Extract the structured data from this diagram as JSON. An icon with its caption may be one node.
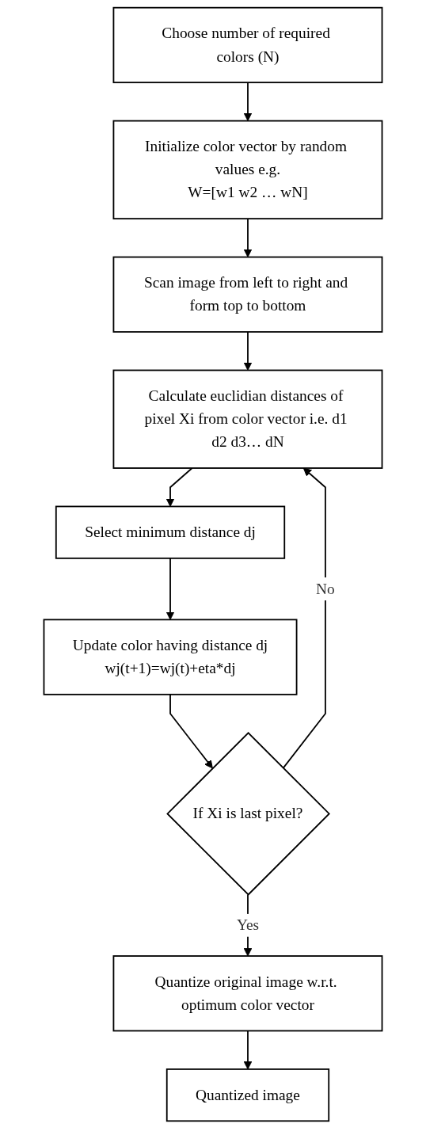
{
  "diagram": {
    "nodes": [
      {
        "text": [
          "Choose number of required colors (N)"
        ]
      },
      {
        "text": [
          "Initialize color vector by random values e.g.",
          "W=[w1 w2 … wN]"
        ]
      },
      {
        "text": [
          "Scan image from left to right and form top to bottom"
        ]
      },
      {
        "text": [
          "Calculate euclidian distances of pixel Xi from color vector i.e. d1 d2 d3… dN"
        ]
      },
      {
        "text": [
          "Select minimum distance dj"
        ]
      },
      {
        "text": [
          "Update color having distance dj",
          "wj(t+1)=wj(t)+eta*dj"
        ]
      },
      {
        "text": [
          "If Xi is last pixel?"
        ]
      },
      {
        "text": [
          "Quantize original image w.r.t. optimum color vector"
        ]
      },
      {
        "text": [
          "Quantized image"
        ]
      }
    ],
    "edges": [
      {
        "from": 0,
        "to": 1,
        "arrow": "to"
      },
      {
        "from": 1,
        "to": 2,
        "arrow": "to"
      },
      {
        "from": 2,
        "to": 3,
        "arrow": "to"
      },
      {
        "from": 3,
        "to": 4,
        "arrow": "to"
      },
      {
        "from": 4,
        "to": 5,
        "arrow": "to"
      },
      {
        "from": 5,
        "to": 6,
        "arrow": "to"
      },
      {
        "from": 6,
        "to": 3,
        "label": "No",
        "arrow": "to"
      },
      {
        "from": 6,
        "to": 7,
        "label": "Yes",
        "arrow": "to"
      },
      {
        "from": 7,
        "to": 8,
        "arrow": "to"
      }
    ]
  }
}
